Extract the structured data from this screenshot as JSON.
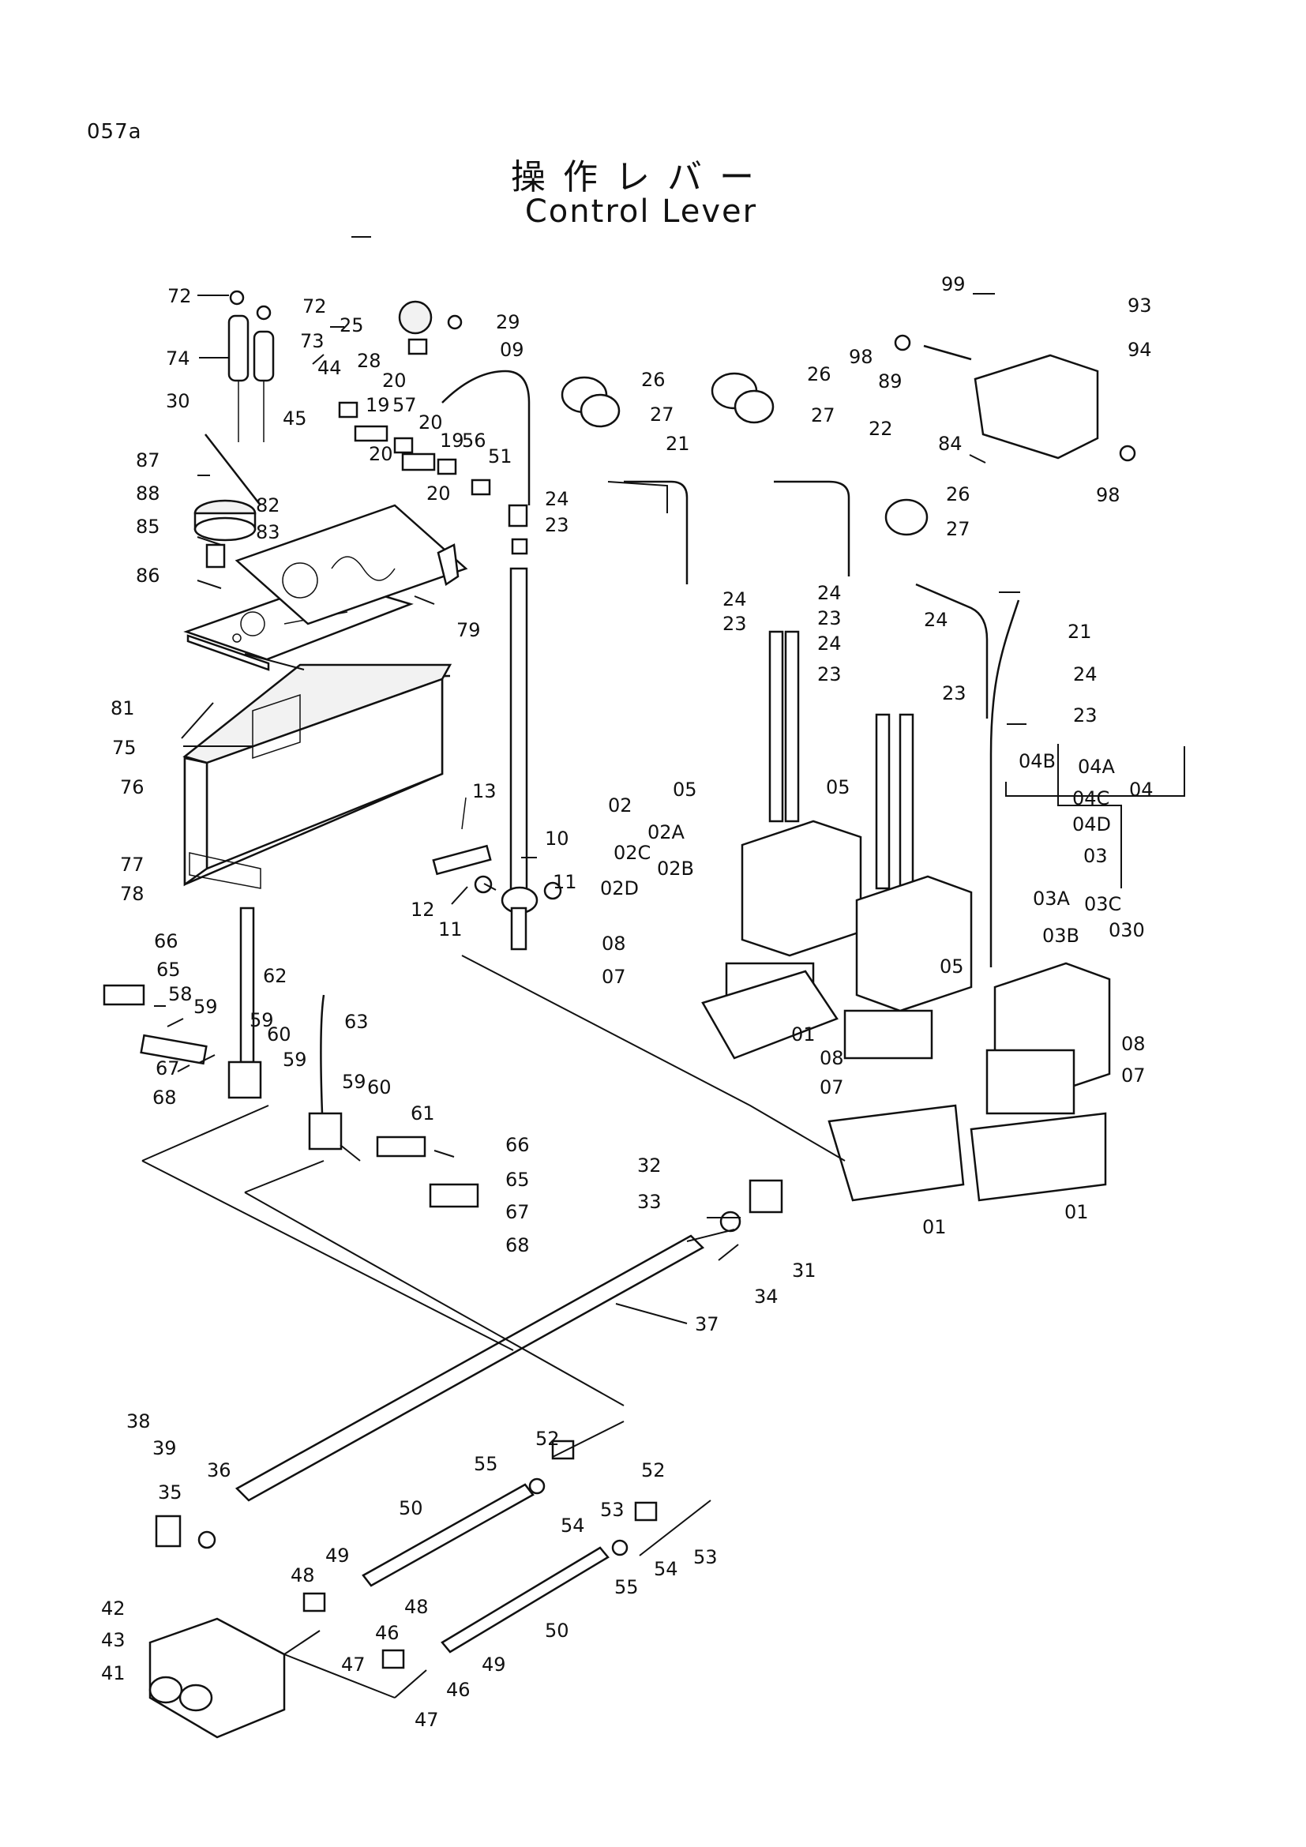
{
  "page_code": "057a",
  "title_jp": "操作レバー",
  "title_en": "Control Lever",
  "callouts": [
    "72",
    "72",
    "73",
    "74",
    "25",
    "29",
    "28",
    "20",
    "09",
    "44",
    "45",
    "19",
    "57",
    "20",
    "19",
    "56",
    "20",
    "20",
    "51",
    "30",
    "87",
    "88",
    "85",
    "82",
    "83",
    "86",
    "79",
    "81",
    "75",
    "76",
    "77",
    "78",
    "24",
    "23",
    "13",
    "10",
    "12",
    "11",
    "11",
    "26",
    "27",
    "21",
    "26",
    "27",
    "22",
    "24",
    "24",
    "23",
    "23",
    "24",
    "24",
    "23",
    "23",
    "26",
    "27",
    "21",
    "24",
    "23",
    "99",
    "93",
    "94",
    "98",
    "89",
    "84",
    "98",
    "02",
    "02A",
    "02C",
    "02B",
    "02D",
    "05",
    "05",
    "08",
    "07",
    "01",
    "04B",
    "04A",
    "04C",
    "04D",
    "04",
    "03",
    "03A",
    "03C",
    "03B",
    "030",
    "05",
    "08",
    "08",
    "07",
    "07",
    "01",
    "01",
    "66",
    "65",
    "58",
    "59",
    "62",
    "59",
    "60",
    "59",
    "63",
    "59",
    "60",
    "61",
    "67",
    "68",
    "66",
    "65",
    "67",
    "68",
    "32",
    "33",
    "31",
    "34",
    "37",
    "38",
    "39",
    "36",
    "35",
    "52",
    "55",
    "53",
    "54",
    "52",
    "53",
    "54",
    "55",
    "50",
    "49",
    "48",
    "50",
    "42",
    "43",
    "41",
    "48",
    "46",
    "47",
    "49",
    "46",
    "47"
  ]
}
